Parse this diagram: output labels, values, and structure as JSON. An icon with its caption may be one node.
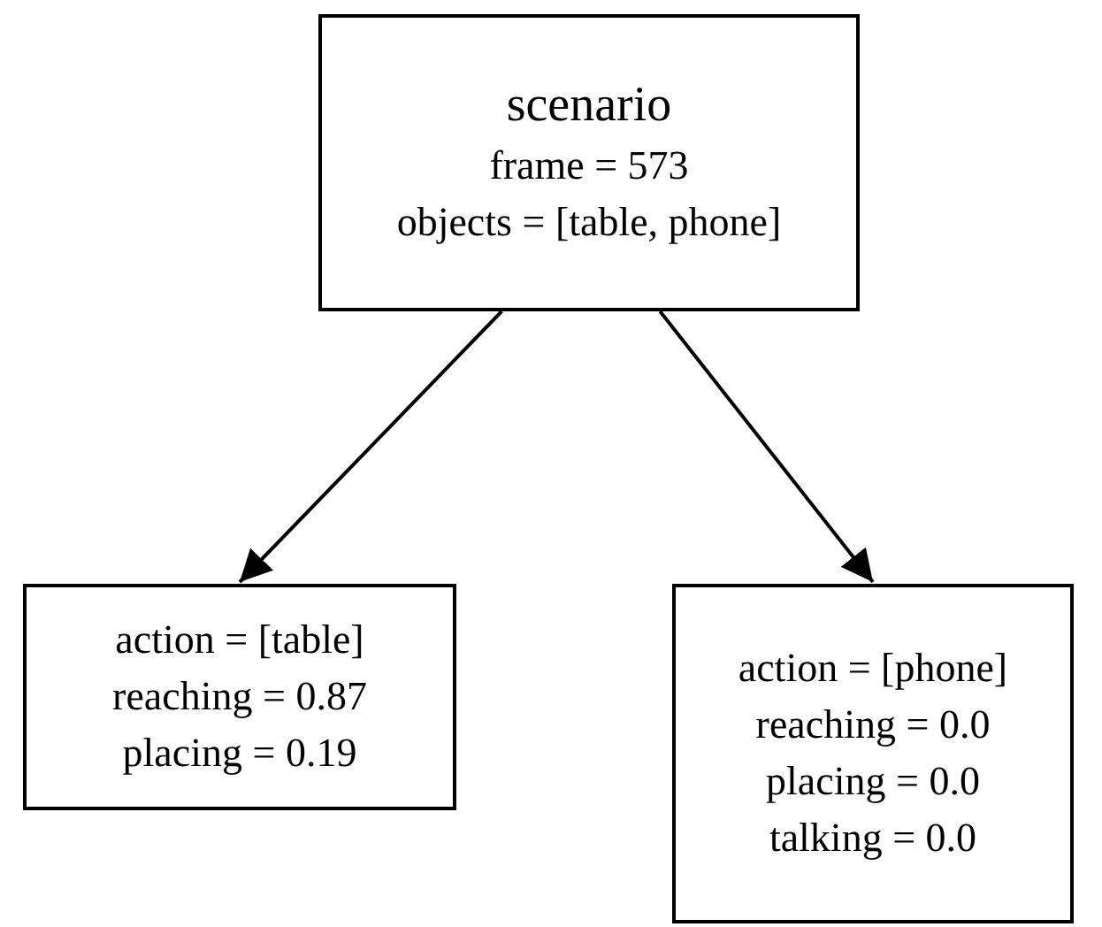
{
  "diagram": {
    "nodes": [
      {
        "text": [
          "scenario",
          "frame = 573",
          "objects = [table, phone]"
        ]
      },
      {
        "text": [
          "action = [table]",
          "reaching = 0.87",
          "placing = 0.19"
        ]
      },
      {
        "text": [
          "action = [phone]",
          "reaching = 0.0",
          "placing = 0.0",
          "talking = 0.0"
        ]
      }
    ],
    "edges": [
      {
        "from": 0,
        "to": 1,
        "arrow": "to"
      },
      {
        "from": 0,
        "to": 2,
        "arrow": "to"
      }
    ]
  }
}
